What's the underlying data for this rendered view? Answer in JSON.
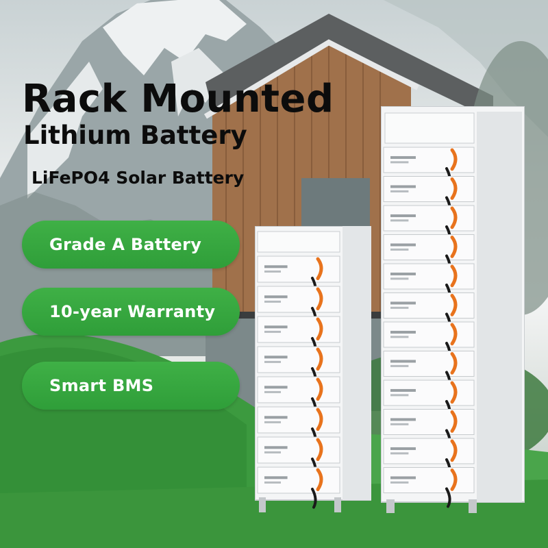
{
  "headline": {
    "line1": "Rack Mounted",
    "line2": "Lithium Battery",
    "subtitle": "LiFePO4 Solar Battery"
  },
  "features": [
    "Grade A Battery",
    "10-year Warranty",
    "Smart BMS"
  ],
  "colors": {
    "accent_green": "#34a33d",
    "text_dark": "#0c0c0c",
    "cable_orange": "#e8731d",
    "cable_black": "#1a1a1a",
    "rack_white": "#f4f5f6"
  }
}
